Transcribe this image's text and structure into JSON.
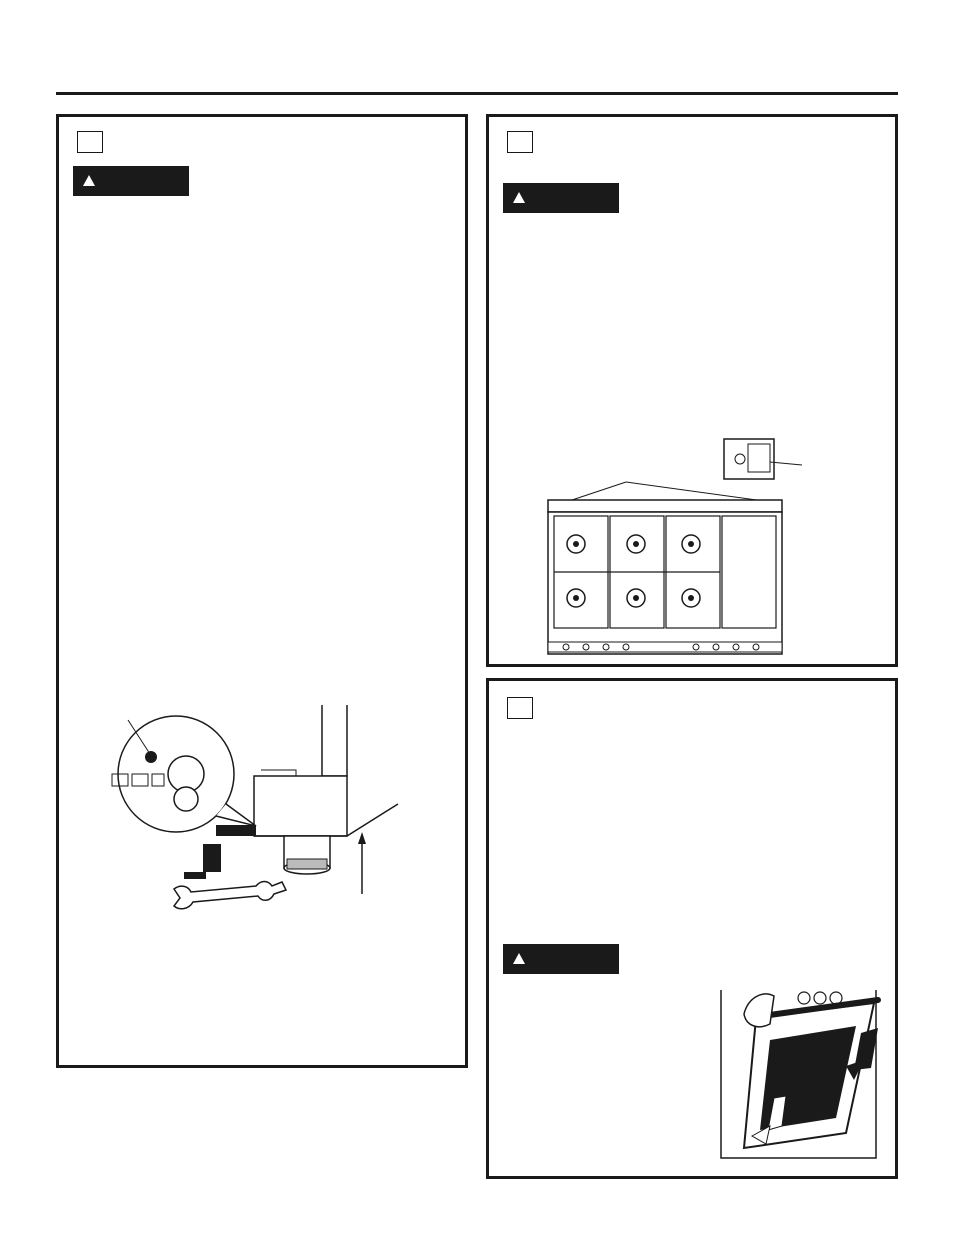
{
  "page": {
    "header_rule": true
  },
  "panels": [
    {
      "step_number": "",
      "warning_label": "",
      "figure": "leveling-leg-wrench-illustration"
    },
    {
      "step_number": "",
      "warning_label": "",
      "figure": "range-cooktop-top-view-illustration"
    },
    {
      "step_number": "",
      "warning_label": "",
      "figure": "oven-door-removal-illustration"
    }
  ],
  "icons": {
    "warning": "warning-triangle-icon"
  }
}
